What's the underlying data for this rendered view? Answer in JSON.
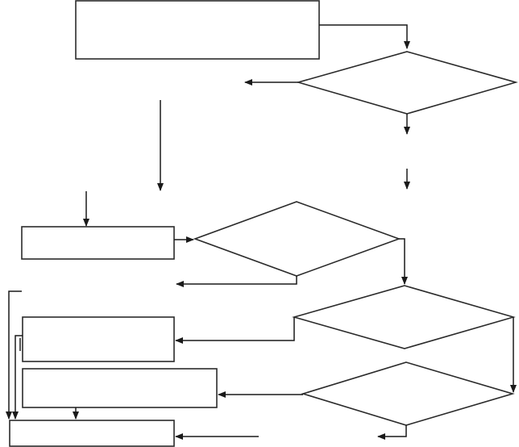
{
  "diagram": {
    "type": "flowchart",
    "nodes": [
      {
        "id": "top-box",
        "shape": "process",
        "label": ""
      },
      {
        "id": "decision-top",
        "shape": "decision",
        "label": ""
      },
      {
        "id": "input-box",
        "shape": "process",
        "label": ""
      },
      {
        "id": "decision-middle",
        "shape": "decision",
        "label": ""
      },
      {
        "id": "decision-right",
        "shape": "decision",
        "label": ""
      },
      {
        "id": "box-left-upper",
        "shape": "process",
        "label": ""
      },
      {
        "id": "box-left-lower",
        "shape": "process",
        "label": ""
      },
      {
        "id": "decision-bottom",
        "shape": "decision",
        "label": ""
      },
      {
        "id": "final-box",
        "shape": "process",
        "label": ""
      }
    ],
    "edge_count": 18
  },
  "colors": {
    "line": "#1a1a1a",
    "shape_stroke": "#2b2b2b",
    "background": "#ffffff"
  }
}
